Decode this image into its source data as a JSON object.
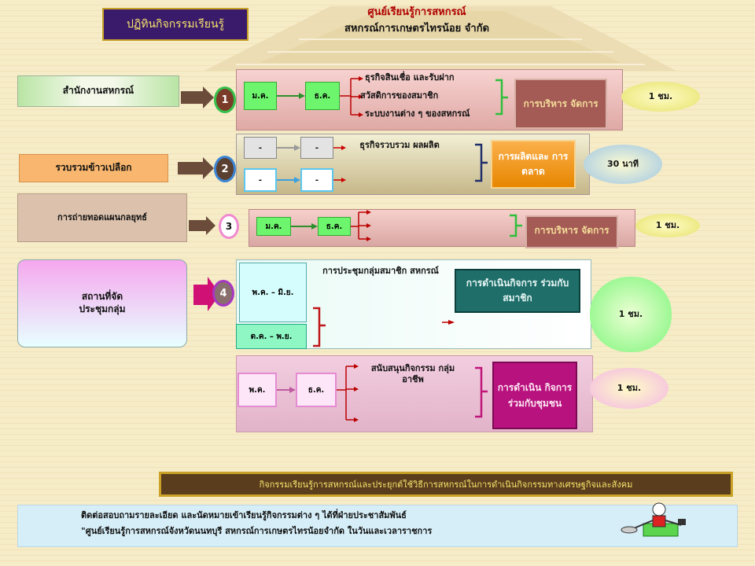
{
  "header": {
    "activity_calendar": "ปฏิทินกิจกรรมเรียนรู้",
    "title_line1": "ศูนย์เรียนรู้การสหกรณ์",
    "title_line2": "สหกรณ์การเกษตรไทรน้อย จำกัด"
  },
  "row1": {
    "label": "สำนักงานสหกรณ์",
    "number": "1",
    "box_a": "ม.ค.",
    "box_b": "ธ.ค.",
    "items": [
      "ธุรกิจสินเชื่อ และรับฝาก",
      "สวัสดิการของสมาชิก",
      "ระบบงานต่าง ๆ ของสหกรณ์"
    ],
    "result": "การบริหาร จัดการ",
    "time": "1 ชม."
  },
  "row2": {
    "label": "รวบรวมข้าวเปลือก",
    "number": "2",
    "boxes": [
      "-",
      "-",
      "-",
      "-"
    ],
    "text": "ธุรกิจรวบรวม ผลผลิต",
    "result": "การผลิตและ การตลาด",
    "time": "30 นาที"
  },
  "row3": {
    "label": "การถ่ายทอดแผนกลยุทธ์",
    "number": "3",
    "box_a": "ม.ค.",
    "box_b": "ธ.ค.",
    "result": "การบริหาร จัดการ",
    "time": "1 ชม."
  },
  "row4": {
    "label_line1": "สถานที่จัด",
    "label_line2": "ประชุมกลุ่ม",
    "number": "4",
    "box_a": "พ.ค. – มิ.ย.",
    "box_b": "ต.ค. – พ.ย.",
    "text": "การประชุมกลุ่มสมาชิก สหกรณ์",
    "result": "การดำเนินกิจการ ร่วมกับสมาชิก",
    "time": "1 ชม."
  },
  "row5": {
    "box_a": "พ.ค.",
    "box_b": "ธ.ค.",
    "text": "สนับสนุนกิจกรรม กลุ่มอาชีพ",
    "result": "การดำเนิน กิจการ ร่วมกับชุมชน",
    "time": "1 ชม."
  },
  "footer": {
    "banner": "กิจกรรมเรียนรู้การสหกรณ์และประยุกต์ใช้วิธีการสหกรณ์ในการดำเนินกิจกรรมทางเศรษฐกิจและสังคม",
    "contact_line1": "ติดต่อสอบถามรายละเอียด และนัดหมายเข้าเรียนรู้กิจกรรมต่าง ๆ ได้ที่ฝ่ายประชาสัมพันธ์",
    "contact_line2": "\"ศูนย์เรียนรู้การสหกรณ์จังหวัดนนทบุรี สหกรณ์การเกษตรไทรน้อยจำกัด ในวันและเวลาราชการ"
  }
}
